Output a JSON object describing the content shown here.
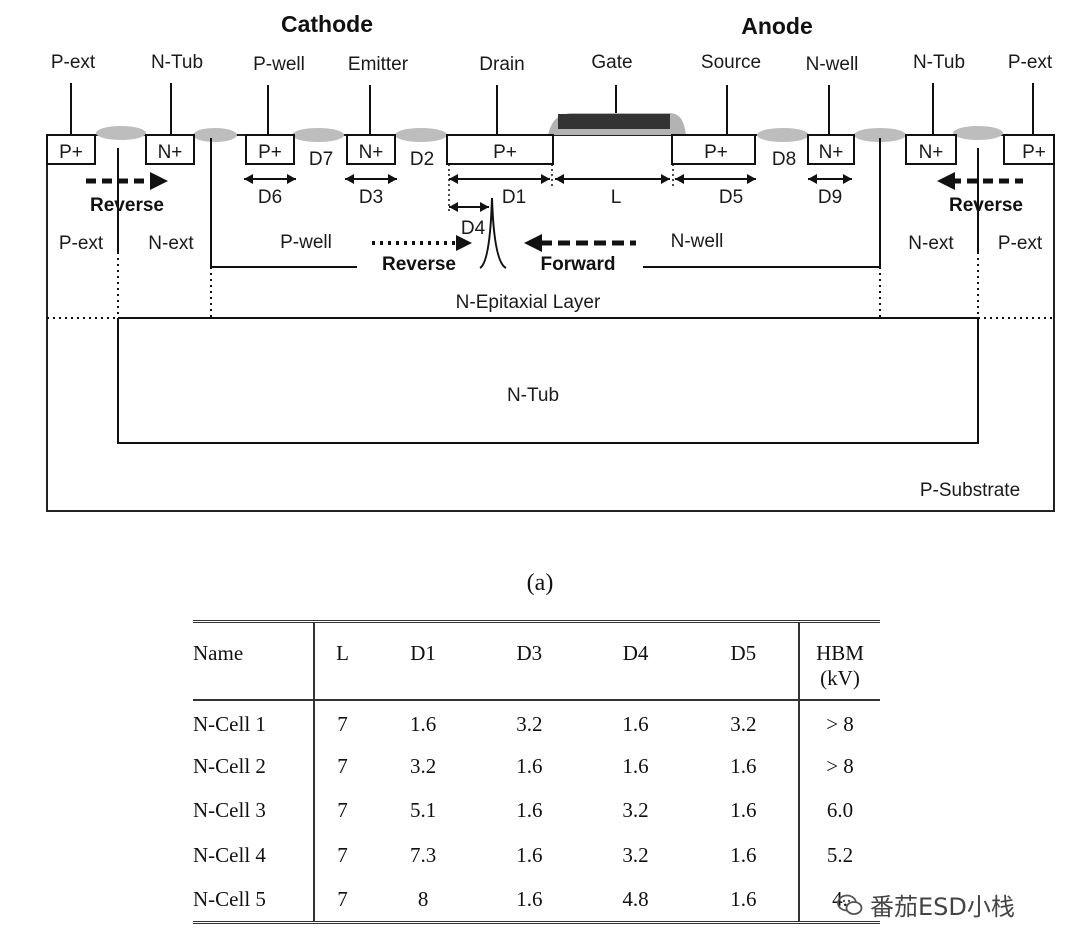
{
  "diagram": {
    "top_labels": {
      "cathode": "Cathode",
      "anode": "Anode",
      "p_ext_left": "P-ext",
      "n_tub_left": "N-Tub",
      "p_well": "P-well",
      "emitter": "Emitter",
      "drain": "Drain",
      "gate": "Gate",
      "source": "Source",
      "n_well": "N-well",
      "n_tub_right": "N-Tub",
      "p_ext_right": "P-ext"
    },
    "diffusions": {
      "p_plus_1": "P+",
      "n_plus_1": "N+",
      "p_plus_2": "P+",
      "n_plus_2": "N+",
      "p_plus_drain": "P+",
      "p_plus_source": "P+",
      "n_plus_3": "N+",
      "n_plus_4": "N+",
      "p_plus_4": "P+"
    },
    "dimensions": {
      "d1": "D1",
      "d2": "D2",
      "d3": "D3",
      "d4": "D4",
      "d5": "D5",
      "d6": "D6",
      "d7": "D7",
      "d8": "D8",
      "d9": "D9",
      "l": "L"
    },
    "regions": {
      "p_ext_left": "P-ext",
      "n_ext_left": "N-ext",
      "p_well": "P-well",
      "n_well": "N-well",
      "n_ext_right": "N-ext",
      "p_ext_right": "P-ext",
      "epi": "N-Epitaxial Layer",
      "n_tub": "N-Tub",
      "substrate": "P-Substrate"
    },
    "arrows": {
      "reverse_left": "Reverse",
      "reverse_right": "Reverse",
      "reverse_center": "Reverse",
      "forward_center": "Forward"
    }
  },
  "caption": "(a)",
  "table": {
    "headers": [
      "Name",
      "L",
      "D1",
      "D3",
      "D4",
      "D5",
      "HBM (kV)"
    ],
    "rows": [
      [
        "N-Cell 1",
        "7",
        "1.6",
        "3.2",
        "1.6",
        "3.2",
        "> 8"
      ],
      [
        "N-Cell 2",
        "7",
        "3.2",
        "1.6",
        "1.6",
        "1.6",
        "> 8"
      ],
      [
        "N-Cell 3",
        "7",
        "5.1",
        "1.6",
        "3.2",
        "1.6",
        "6.0"
      ],
      [
        "N-Cell 4",
        "7",
        "7.3",
        "1.6",
        "3.2",
        "1.6",
        "5.2"
      ],
      [
        "N-Cell 5",
        "7",
        "8",
        "1.6",
        "4.8",
        "1.6",
        "4."
      ]
    ]
  },
  "watermark": "番茄ESD小栈"
}
